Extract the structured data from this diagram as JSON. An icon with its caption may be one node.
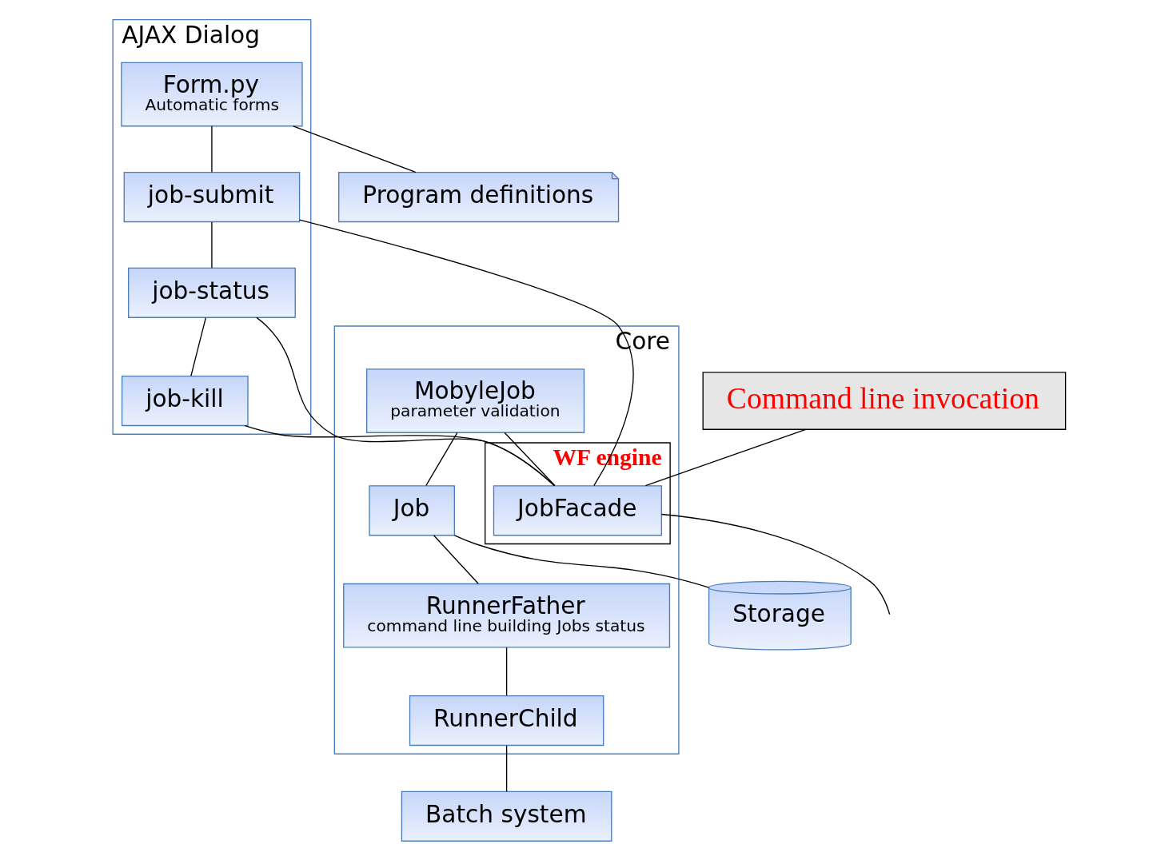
{
  "diagram": {
    "nodes": [
      {
        "text": [
          "AJAX Dialog"
        ]
      },
      {
        "text": [
          "Form.py",
          "Automatic forms"
        ],
        "in": 0
      },
      {
        "text": [
          "job-submit"
        ],
        "in": 0
      },
      {
        "text": [
          "job-status"
        ],
        "in": 0
      },
      {
        "text": [
          "job-kill"
        ],
        "in": 0
      },
      {
        "text": [
          "Program definitions"
        ]
      },
      {
        "text": [
          "Core"
        ]
      },
      {
        "text": [
          "MobyleJob",
          "parameter validation"
        ],
        "in": 6
      },
      {
        "text": [
          "Job"
        ],
        "in": 6
      },
      {
        "text": [
          "WF engine"
        ],
        "in": 6
      },
      {
        "text": [
          "JobFacade"
        ],
        "in": 9
      },
      {
        "text": [
          "RunnerFather",
          "command line building Jobs status"
        ],
        "in": 6
      },
      {
        "text": [
          "RunnerChild"
        ],
        "in": 6
      },
      {
        "text": [
          "Storage"
        ]
      },
      {
        "text": [
          "Batch system"
        ]
      },
      {
        "text": [
          "Command line invocation"
        ]
      }
    ],
    "edges": [
      {
        "from": 1,
        "to": 2,
        "arrow": "none"
      },
      {
        "from": 2,
        "to": 3,
        "arrow": "none"
      },
      {
        "from": 3,
        "to": 4,
        "arrow": "none"
      },
      {
        "from": 1,
        "to": 5,
        "arrow": "none"
      },
      {
        "from": 2,
        "to": 10,
        "arrow": "none"
      },
      {
        "from": 3,
        "to": 10,
        "arrow": "none"
      },
      {
        "from": 4,
        "to": 10,
        "arrow": "none"
      },
      {
        "from": 7,
        "to": 8,
        "arrow": "none"
      },
      {
        "from": 7,
        "to": 10,
        "arrow": "none"
      },
      {
        "from": 8,
        "to": 11,
        "arrow": "none"
      },
      {
        "from": 8,
        "to": 13,
        "arrow": "none"
      },
      {
        "from": 11,
        "to": 12,
        "arrow": "none"
      },
      {
        "from": 12,
        "to": 14,
        "arrow": "none"
      },
      {
        "from": 15,
        "to": 10,
        "arrow": "none"
      },
      {
        "from": 10,
        "to": null,
        "arrow": "none"
      }
    ]
  }
}
